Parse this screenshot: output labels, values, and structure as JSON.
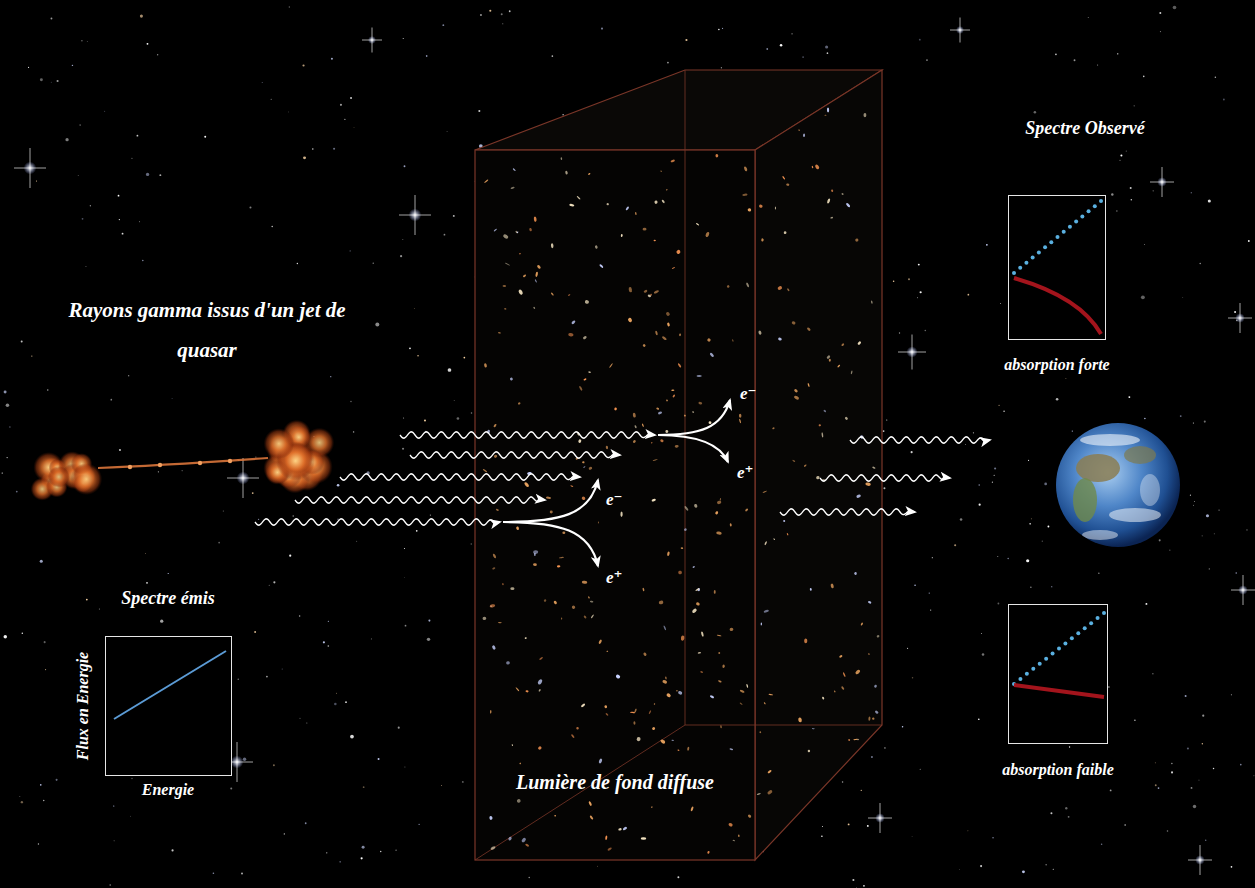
{
  "diagram": {
    "nodes": [
      {
        "text": [
          "Spectre émis",
          "Flux en Energie",
          "Energie"
        ]
      },
      {
        "text": [
          "Lumière de fond diffuse"
        ]
      },
      {
        "text": [
          "absorption forte"
        ]
      },
      {
        "text": [
          "absorption faible"
        ]
      }
    ],
    "labels": [
      "Rayons gamma issus d'un jet de quasar",
      "e⁻",
      "e⁺",
      "e⁻",
      "e⁺",
      "Spectre Observé"
    ]
  }
}
